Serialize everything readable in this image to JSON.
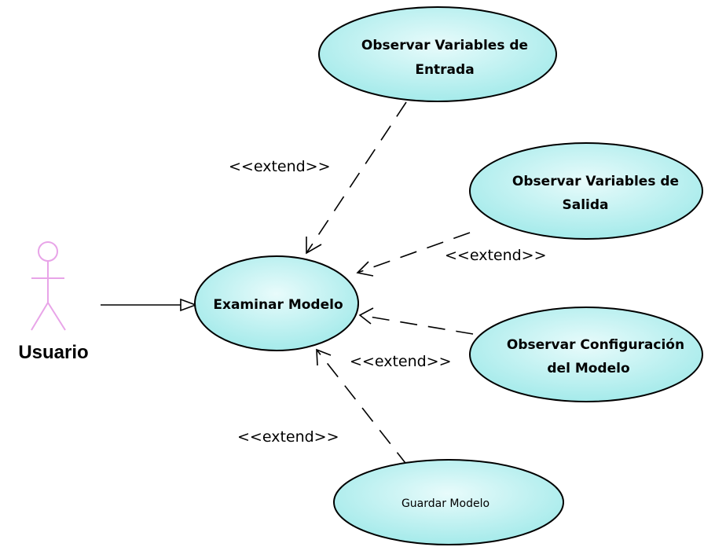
{
  "colors": {
    "use_case_fill_center": "#e8fbfb",
    "use_case_fill_edge": "#9fe9e9",
    "actor": "#e8a4e8",
    "line": "#000000"
  },
  "actor": {
    "label": "Usuario"
  },
  "use_cases": {
    "examinar": "Examinar Modelo",
    "entrada_line1": "Observar Variables de",
    "entrada_line2": "Entrada",
    "salida_line1": "Observar Variables de",
    "salida_line2": "Salida",
    "config_line1": "Observar Configuración",
    "config_line2": "del Modelo",
    "guardar": "Guardar Modelo"
  },
  "relations": {
    "extend_entrada": "<<extend>>",
    "extend_salida": "<<extend>>",
    "extend_config": "<<extend>>",
    "extend_guardar": "<<extend>>"
  }
}
